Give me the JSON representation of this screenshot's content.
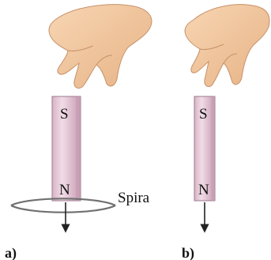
{
  "panels": [
    {
      "id": "a",
      "label": "a)",
      "magnet": {
        "top_pole": "S",
        "bottom_pole": "N"
      },
      "loop_label": "Spira",
      "arrow": "down"
    },
    {
      "id": "b",
      "label": "b)",
      "magnet": {
        "top_pole": "S",
        "bottom_pole": "N"
      },
      "arrow": "down"
    }
  ],
  "colors": {
    "magnet_fill": "#e6c8d6",
    "magnet_shade": "#c9a3b6",
    "skin": "#f3c9a0",
    "skin_shade": "#d9a57a",
    "loop": "#707070",
    "arrow": "#222222"
  }
}
